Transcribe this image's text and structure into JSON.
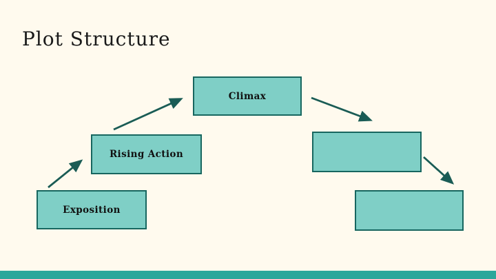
{
  "slide": {
    "title": "Plot Structure"
  },
  "colors": {
    "background": "#FFFAEE",
    "box_fill": "#7FCFC6",
    "box_border": "#17665F",
    "arrow": "#1A5C55",
    "footer_bar": "#2BA79B",
    "title_text": "#1A1A1A",
    "box_text": "#111111"
  },
  "diagram": {
    "boxes": [
      {
        "name": "climax",
        "label": "Climax"
      },
      {
        "name": "rising-action",
        "label": "Rising Action"
      },
      {
        "name": "exposition",
        "label": "Exposition"
      },
      {
        "name": "right-upper-empty",
        "label": ""
      },
      {
        "name": "right-lower-empty",
        "label": ""
      }
    ],
    "connections": [
      {
        "from": "exposition",
        "to": "rising-action"
      },
      {
        "from": "rising-action",
        "to": "climax"
      },
      {
        "from": "climax",
        "to": "right-upper-empty"
      },
      {
        "from": "right-upper-empty",
        "to": "right-lower-empty"
      }
    ]
  }
}
